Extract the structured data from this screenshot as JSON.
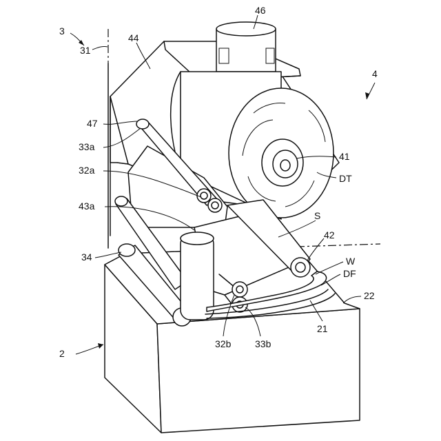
{
  "labels": {
    "l3": "3",
    "l31": "31",
    "l44": "44",
    "l46": "46",
    "l4": "4",
    "l41": "41",
    "lDT": "DT",
    "l47": "47",
    "l33a": "33a",
    "l32a": "32a",
    "l43a": "43a",
    "lS": "S",
    "l42": "42",
    "l34": "34",
    "lW": "W",
    "lDF": "DF",
    "l22": "22",
    "l21": "21",
    "l32b": "32b",
    "l33b": "33b",
    "l2": "2"
  }
}
